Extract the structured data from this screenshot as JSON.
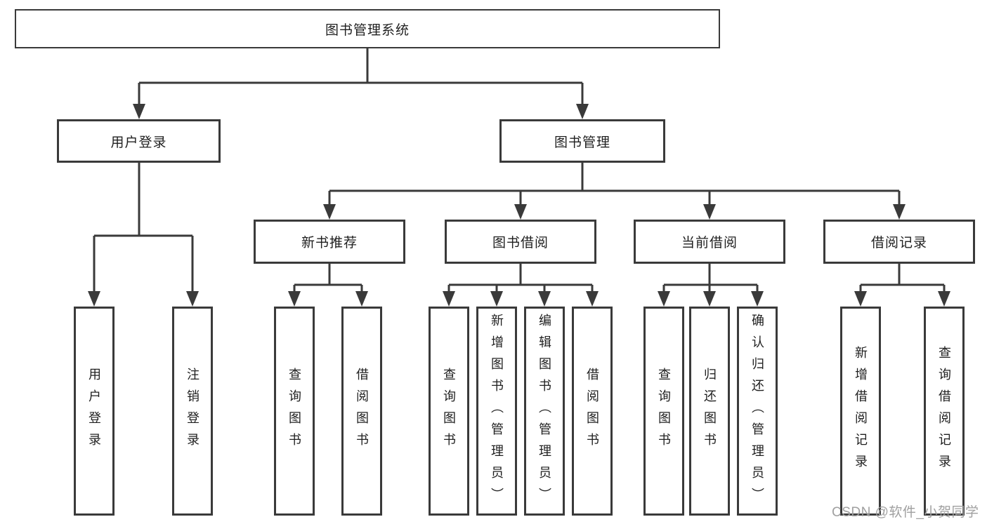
{
  "colors": {
    "line": "#3a3a3a",
    "text": "#1f1f1f",
    "watermark": "#a0a0a0",
    "background": "#ffffff"
  },
  "tree": {
    "label": "图书管理系统",
    "children": [
      {
        "label": "用户登录",
        "children": [
          {
            "label": "用户登录"
          },
          {
            "label": "注销登录"
          }
        ]
      },
      {
        "label": "图书管理",
        "children": [
          {
            "label": "新书推荐",
            "children": [
              {
                "label": "查询图书"
              },
              {
                "label": "借阅图书"
              }
            ]
          },
          {
            "label": "图书借阅",
            "children": [
              {
                "label": "查询图书"
              },
              {
                "label": "新增图书（管理员）"
              },
              {
                "label": "编辑图书（管理员）"
              },
              {
                "label": "借阅图书"
              }
            ]
          },
          {
            "label": "当前借阅",
            "children": [
              {
                "label": "查询图书"
              },
              {
                "label": "归还图书"
              },
              {
                "label": "确认归还（管理员）"
              }
            ]
          },
          {
            "label": "借阅记录",
            "children": [
              {
                "label": "新增借阅记录"
              },
              {
                "label": "查询借阅记录"
              }
            ]
          }
        ]
      }
    ]
  },
  "watermark": {
    "text": "CSDN @软件_小贺同学"
  }
}
